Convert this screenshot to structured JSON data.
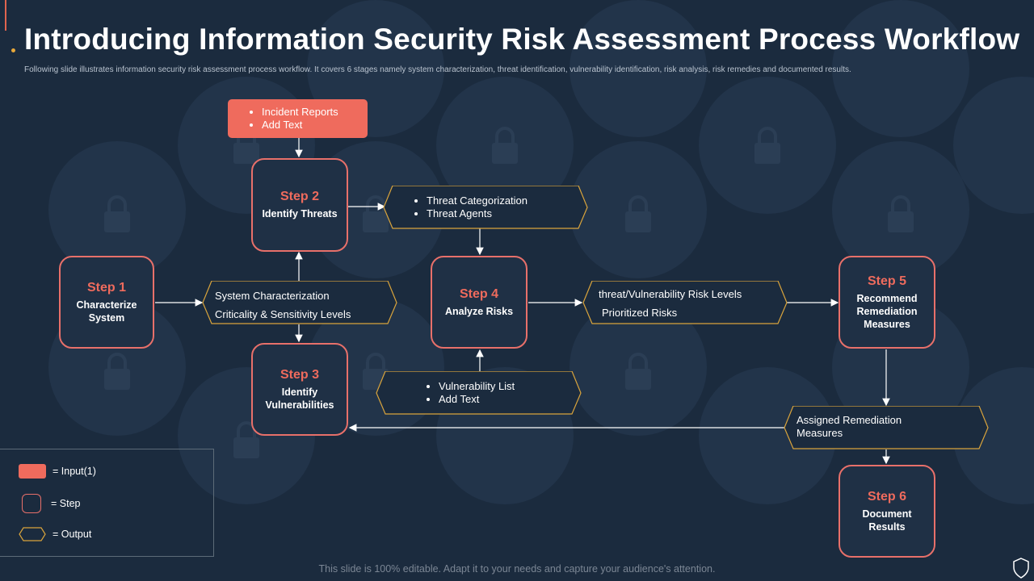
{
  "header": {
    "title": "Introducing Information Security Risk Assessment Process Workflow",
    "subtitle": "Following slide illustrates information security risk assessment process workflow. It covers 6 stages namely system characterization, threat identification, vulnerability identification, risk analysis, risk remedies and documented results."
  },
  "input": {
    "items": [
      "Incident Reports",
      "Add Text"
    ]
  },
  "steps": [
    {
      "num": "Step 1",
      "label_lines": [
        "Characterize",
        "System"
      ]
    },
    {
      "num": "Step 2",
      "label_lines": [
        "Identify Threats"
      ]
    },
    {
      "num": "Step 3",
      "label_lines": [
        "Identify",
        "Vulnerabilities"
      ]
    },
    {
      "num": "Step 4",
      "label_lines": [
        "Analyze Risks"
      ]
    },
    {
      "num": "Step 5",
      "label_lines": [
        "Recommend",
        "Remediation",
        "Measures"
      ]
    },
    {
      "num": "Step 6",
      "label_lines": [
        "Document",
        "Results"
      ]
    }
  ],
  "outputs": {
    "system_char": [
      "System Characterization",
      "Criticality & Sensitivity Levels"
    ],
    "threats": [
      "Threat  Categorization",
      "Threat  Agents"
    ],
    "vulnerabilities": [
      "Vulnerability List",
      "Add Text"
    ],
    "risk_levels": [
      "threat/Vulnerability Risk Levels",
      "Prioritized Risks"
    ],
    "remediation": [
      "Assigned Remediation",
      "Measures"
    ]
  },
  "legend": {
    "input_label": "= Input(1)",
    "step_label": "= Step",
    "output_label": "= Output"
  },
  "footer": "This slide is 100% editable. Adapt it to your needs and capture your audience's attention.",
  "colors": {
    "background": "#1b2b3e",
    "accent": "#ef6b5d",
    "output_border": "#d9a43c",
    "step_border": "#e8706a"
  },
  "icons": [
    "lock-icon",
    "shield-icon",
    "arrow-icon"
  ]
}
